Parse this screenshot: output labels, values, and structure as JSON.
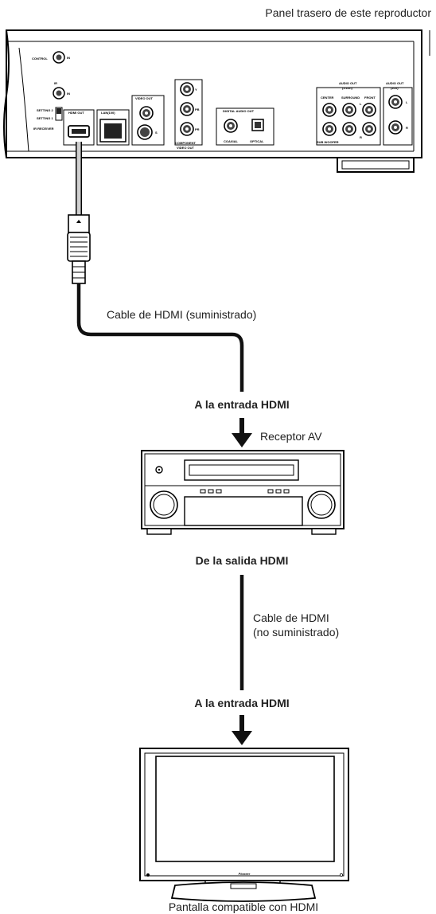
{
  "captions": {
    "rear_panel": "Panel trasero de este reproductor",
    "hdmi_cable_supplied": "Cable de HDMI (suministrado)",
    "to_hdmi_input_1": "A la entrada HDMI",
    "av_receiver": "Receptor AV",
    "from_hdmi_output": "De la salida HDMI",
    "hdmi_cable_not_supplied_line1": "Cable de HDMI",
    "hdmi_cable_not_supplied_line2": "(no suministrado)",
    "to_hdmi_input_2": "A la entrada HDMI",
    "hdmi_display": "Pantalla compatible con HDMI"
  },
  "panel_labels": {
    "control": "CONTROL",
    "in_control": "IN",
    "ir": "IR",
    "in_ir": "IN",
    "setting2": "SETTING 2",
    "setting1": "SETTING 1",
    "ir_receiver": "IR RECEIVER",
    "hdmi_out": "HDMI OUT",
    "lan": "LAN(100)",
    "video_out": "VIDEO OUT",
    "s": "S",
    "y": "Y",
    "pb": "PB",
    "pr": "PR",
    "component": "COMPONENT",
    "component_video_out": "VIDEO OUT",
    "digital_audio_out": "DIGITAL AUDIO OUT",
    "coaxial": "COAXIAL",
    "optical": "OPTICAL",
    "audio_out_51": "AUDIO OUT",
    "audio_out_51_sub": "(5.1ch)",
    "center": "CENTER",
    "surround": "SURROUND",
    "front": "FRONT",
    "sub_woofer": "SUB WOOFER",
    "audio_out_2ch": "AUDIO OUT",
    "audio_out_2ch_sub": "(2ch)",
    "l_51": "L",
    "r_51": "R",
    "l_2ch": "L",
    "r_2ch": "R"
  },
  "tv_brand": "Pioneer",
  "colors": {
    "line": "#111111",
    "cable_white": "#bdbdbd",
    "text": "#222222"
  }
}
